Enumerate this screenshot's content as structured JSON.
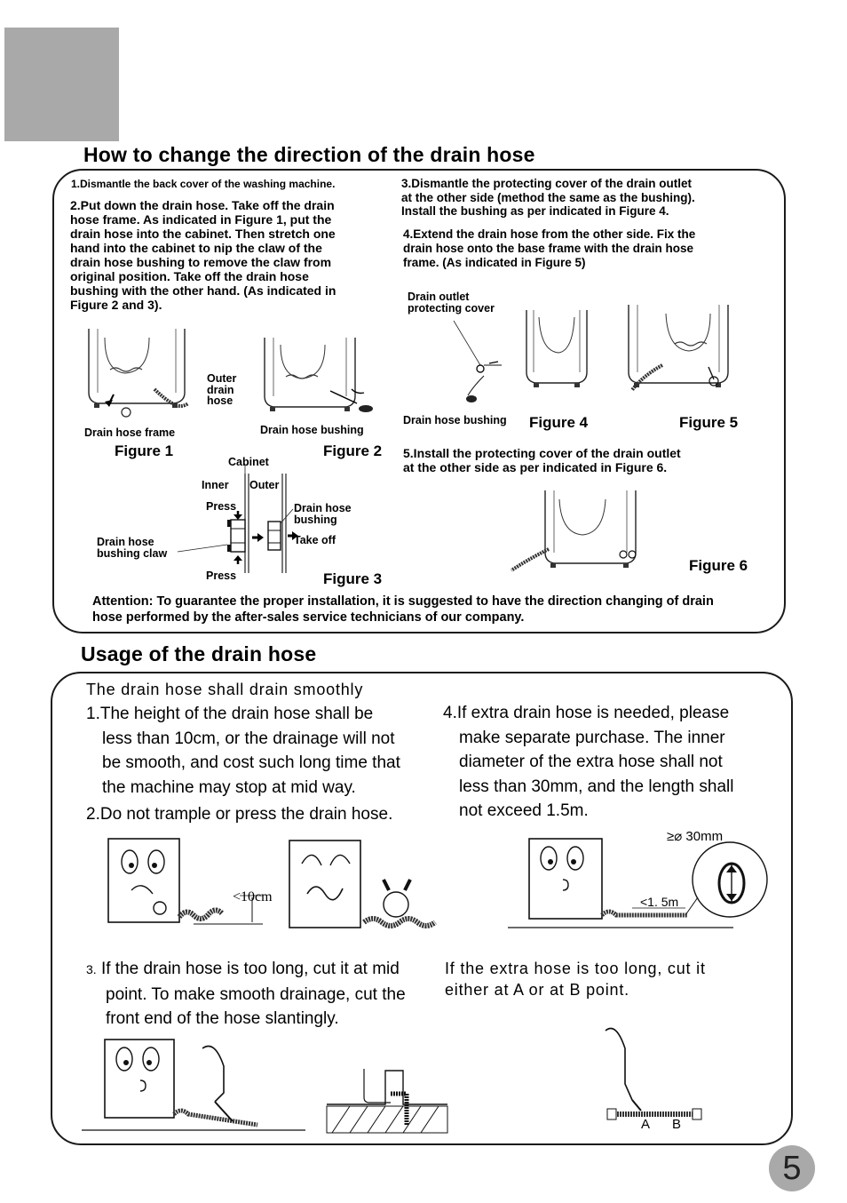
{
  "section1": {
    "title": "How to change the direction of the drain hose",
    "step1": "1.Dismantle the back cover of the washing machine.",
    "step2": [
      "2.Put down the drain hose. Take off the drain",
      "hose frame. As indicated in Figure 1, put the",
      "drain hose into the cabinet. Then stretch one",
      "hand into the  cabinet  to nip the claw of  the",
      "drain hose  bushing to remove the claw from",
      "original   position.  Take  off   the  drain hose",
      "bushing with the other hand. (As indicated  in",
      "Figure 2 and 3)."
    ],
    "step3": [
      "3.Dismantle the protecting cover of  the drain outlet",
      "at the other side (method the same as the bushing).",
      "Install the bushing as per indicated in Figure 4."
    ],
    "step4": [
      "4.Extend the drain hose from the other side. Fix the",
      "drain  hose onto the base frame with the drain hose",
      "frame. (As indicated in Figure 5)"
    ],
    "step5": [
      "5.Install the protecting cover of  the drain outlet",
      "at  the other side as per indicated in Figure 6."
    ],
    "labels": {
      "outer_drain_hose": [
        "Outer",
        "drain",
        "hose"
      ],
      "drain_hose_frame": "Drain hose frame",
      "drain_hose_bushing": "Drain hose bushing",
      "drain_outlet_cover": [
        "Drain outlet",
        "protecting cover"
      ],
      "drain_hose_bushing_4": "Drain hose bushing",
      "cabinet": "Cabinet",
      "inner": "Inner",
      "outer": "Outer",
      "press_top": "Press",
      "press_bottom": "Press",
      "bushing_label": [
        "Drain hose",
        "bushing"
      ],
      "take_off": "Take off",
      "bushing_claw": [
        "Drain hose",
        "bushing claw"
      ]
    },
    "figures": {
      "fig1": "Figure 1",
      "fig2": "Figure 2",
      "fig3": "Figure 3",
      "fig4": "Figure 4",
      "fig5": "Figure 5",
      "fig6": "Figure 6"
    },
    "attention": [
      "Attention: To guarantee the proper installation, it is suggested to have the direction changing of drain",
      "hose performed by the after-sales service technicians of our company."
    ]
  },
  "section2": {
    "title": "Usage of the drain hose",
    "intro": "The drain hose shall drain smoothly",
    "item1": [
      "1.The height of the drain hose shall be",
      "less than 10cm, or the drainage will not",
      "be smooth, and cost such long time that",
      "the machine may stop at mid way."
    ],
    "item2": "2.Do not trample or press the drain hose.",
    "item4": [
      "4.If extra drain hose is needed, please",
      "make separate purchase. The inner",
      "diameter of the extra hose shall not",
      "less than 30mm, and the length shall",
      "not exceed 1.5m."
    ],
    "item3_num": "3.",
    "item3": [
      "If the drain hose is too long, cut it at mid",
      "point. To make smooth drainage, cut the",
      "front end of the hose slantingly."
    ],
    "extra": [
      "If the extra hose is too long, cut it",
      "either at A or at B point."
    ],
    "labels": {
      "height": "<10cm",
      "diameter": "≥⌀ 30mm",
      "length": "<1. 5m",
      "point_a": "A",
      "point_b": "B"
    }
  },
  "page_number": "5"
}
